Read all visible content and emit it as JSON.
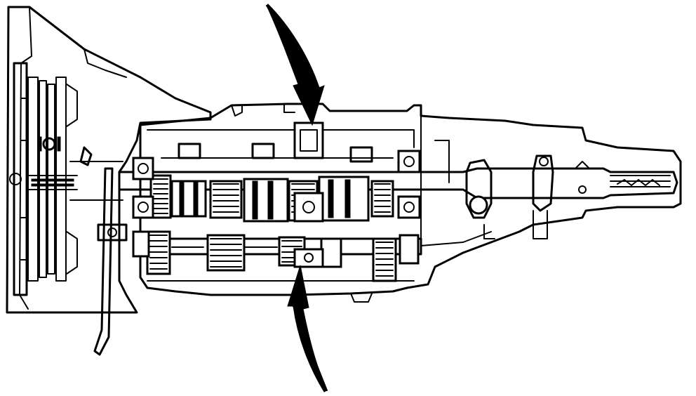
{
  "figure": {
    "kind": "transmission-cross-section",
    "background": "#ffffff",
    "ink": "#000000",
    "arrows": [
      {
        "name": "top-arrow",
        "points": "down"
      },
      {
        "name": "bottom-arrow",
        "points": "up"
      }
    ]
  }
}
